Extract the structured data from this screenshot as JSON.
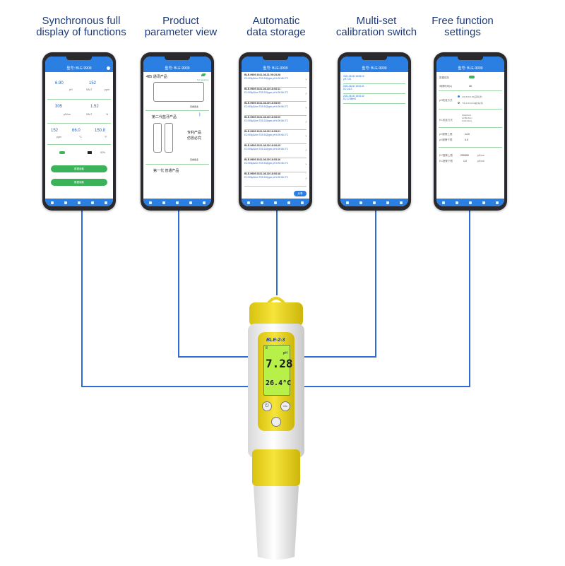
{
  "captions": [
    "Synchronous full\ndisplay of functions",
    "Product\nparameter view",
    "Automatic\ndata storage",
    "Multi-set\ncalibration switch",
    "Free function\nsettings"
  ],
  "app": {
    "header_title": "型号: BLE-9909",
    "header_title_short": "型号: BLE-9909"
  },
  "screen1": {
    "ph_value": "6.90",
    "ph_unit": "pH",
    "salt_ppm_value": "152",
    "salt_ppm_unit": "ppm",
    "salt_label": "SALT",
    "ec_value": "305",
    "ec_unit": "μS/cm",
    "salt_pct_value": "1.52",
    "salt_pct_unit": "%",
    "salt_label2": "SALT",
    "tds_value": "152",
    "tds_unit": "ppm",
    "temp_c_value": "66.0",
    "temp_c_unit": "°C",
    "temp_f_value": "150.8",
    "temp_f_unit": "°F",
    "battery": "92%",
    "btn1": "数据读取",
    "btn2": "数据读取"
  },
  "screen2": {
    "sec1": "485 通讯产品",
    "for_aquarium": "For aquarium",
    "see_more1": "查看更多",
    "sec2": "第二代蓝牙产品",
    "patent1": "专利产品",
    "patent2": "仿冒必究",
    "see_more2": "查看更多",
    "sec3": "第一代 普通产品"
  },
  "screen3": {
    "records": [
      {
        "title": "BLE-9909  2021-08-31 09:23:28",
        "data": "EC:505μS/cm TDS:152ppm pH:6.90 66.0°C"
      },
      {
        "title": "BLE-9909  2021-08-30 18:53:11",
        "data": "EC:505μS/cm TDS:152ppm pH:6.90 66.0°C"
      },
      {
        "title": "BLE-9909  2021-08-30 18:53:05",
        "data": "EC:505μS/cm TDS:152ppm pH:6.90 66.0°C"
      },
      {
        "title": "BLE-9909  2021-08-30 18:53:00",
        "data": "EC:505μS/cm TDS:152ppm pH:6.90 66.0°C"
      },
      {
        "title": "BLE-9909  2021-08-30 18:53:01",
        "data": "EC:505μS/cm TDS:152ppm pH:6.90 66.0°C"
      },
      {
        "title": "BLE-9909  2021-08-30 18:53:25",
        "data": "EC:505μS/cm TDS:152ppm pH:6.90 66.0°C"
      },
      {
        "title": "BLE-9909  2021-08-30 18:53:16",
        "data": "EC:505μS/cm TDS:152ppm pH:6.90 66.0°C"
      },
      {
        "title": "BLE-9909  2021-08-30 18:53:18",
        "data": "EC:505μS/cm TDS:152ppm pH:6.90 66.0°C"
      }
    ],
    "fab": "分享"
  },
  "screen4": {
    "records": [
      {
        "time": "2021-08-30 18:53:10",
        "data": "pH:7.00"
      },
      {
        "time": "2021-08-30 18:51:41",
        "data": "EC:1413"
      },
      {
        "time": "2021-08-30 18:51:42",
        "data": "EC:12.88mS"
      }
    ]
  },
  "screen5": {
    "row1_label": "数据保存",
    "row2_label": "间隔时间(s)",
    "row2_value": "30",
    "row3_label": "pH校准方式",
    "opt1": "4.00,6.86,9.18(美国标准)",
    "opt2": "7.00,4.00,10.01(欧洲标准)",
    "row4_label": "EC校准方式",
    "row4_v1": "1413μS/cm",
    "row4_v2": "12.88mS/cm",
    "row4_v3": "111.8mS/cm",
    "row5_label": "pH报警上限",
    "row5_value": "14.0",
    "row6_label": "pH报警下限",
    "row6_value": "0.0",
    "row7_label": "EC报警上限",
    "row7_value": "200000",
    "row7_unit": "μS/cm",
    "row8_label": "EC报警下限",
    "row8_value": "1.0",
    "row8_unit": "μS/cm"
  },
  "meter": {
    "model": "BLE-2-3",
    "lcd_top": "8",
    "lcd_unit": "pH",
    "reading_ph": "7.28",
    "reading_temp": "26.4°C",
    "btn_right": "CAL"
  },
  "colors": {
    "caption": "#1e3a78",
    "wire": "#2f6cd8",
    "app_header": "#2b7fe3",
    "meter_yellow": "#f2dc1a",
    "lcd": "#b8f04a"
  }
}
